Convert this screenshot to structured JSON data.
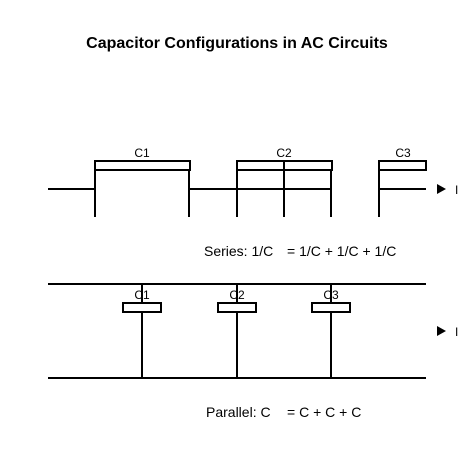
{
  "title": "Capacitor Configurations in AC Circuits",
  "series": {
    "labels": [
      "C1",
      "C2",
      "C3"
    ],
    "formula_left": "Series: 1/C",
    "formula_right": "= 1/C + 1/C + 1/C",
    "current_label": "I"
  },
  "parallel": {
    "labels": [
      "C1",
      "C2",
      "C3"
    ],
    "formula_left": "Parallel: C",
    "formula_right": "= C + C + C",
    "current_label": "I"
  },
  "colors": {
    "line": "#000000",
    "background": "#ffffff"
  },
  "icons": {
    "current_arrow": "triangle-right-icon"
  }
}
